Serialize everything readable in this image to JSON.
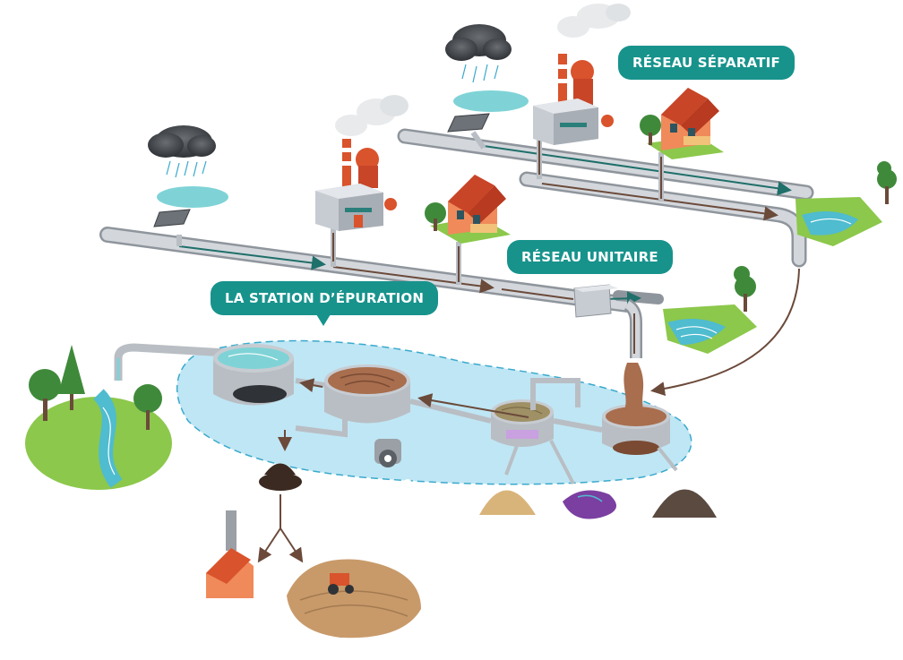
{
  "labels": {
    "separatif": "RÉSEAU SÉPARATIF",
    "unitaire": "RÉSEAU UNITAIRE",
    "station": "LA STATION D’ÉPURATION"
  },
  "colors": {
    "label_bg": "#17938c",
    "label_text": "#ffffff",
    "pipe": "#b9bec4",
    "clean_water_flow": "#1f6f6a",
    "waste_water_flow": "#6b4a3a",
    "station_area": "#bfe6f4",
    "water": "#7fd3d6",
    "sludge": "#a86e4e",
    "grass": "#8cc84b"
  },
  "icons": [
    "rain-cloud-icon",
    "storm-drain-icon",
    "factory-icon",
    "house-icon",
    "tree-icon",
    "river-outlet-icon",
    "clarifier-tank-icon",
    "aeration-tank-icon",
    "grit-chamber-icon",
    "screening-tank-icon",
    "sludge-pile-icon",
    "incinerator-icon",
    "tractor-field-icon",
    "aerator-fan-icon"
  ]
}
